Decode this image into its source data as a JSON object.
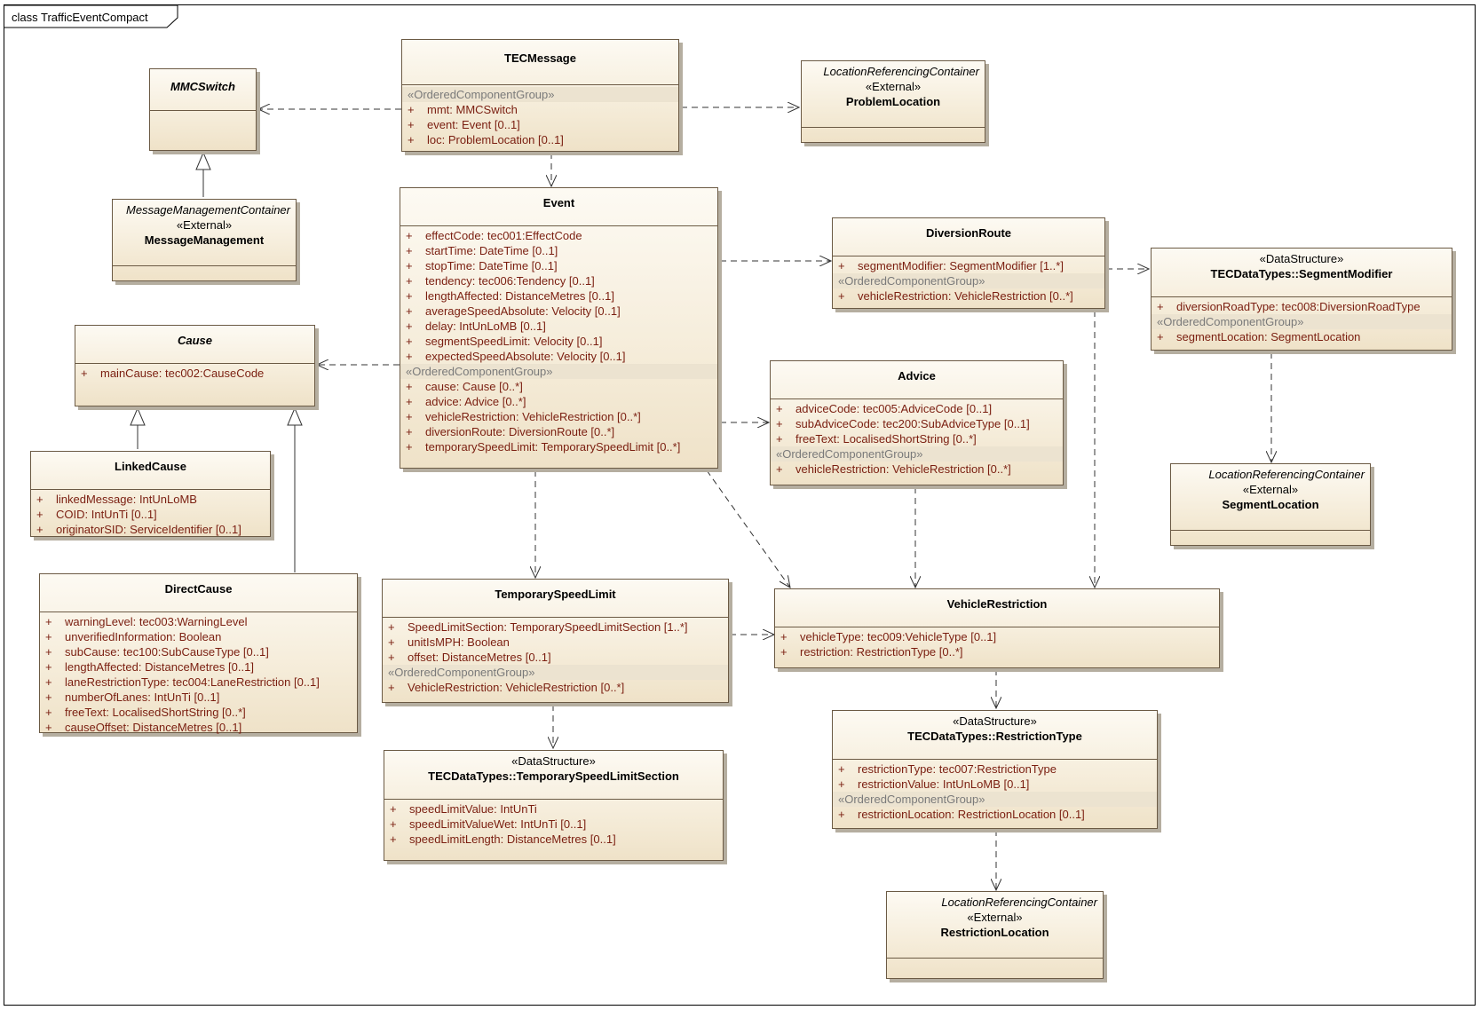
{
  "frame": {
    "label": "class TrafficEventCompact"
  },
  "classes": {
    "tecmessage": {
      "name": "TECMessage",
      "group": "«OrderedComponentGroup»",
      "attrs": [
        "mmt:  MMCSwitch",
        "event:  Event [0..1]",
        "loc:  ProblemLocation [0..1]"
      ]
    },
    "mmcswitch": {
      "name": "MMCSwitch"
    },
    "problemlocation": {
      "context": "LocationReferencingContainer",
      "stereotype": "«External»",
      "name": "ProblemLocation"
    },
    "messagemanagement": {
      "context": "MessageManagementContainer",
      "stereotype": "«External»",
      "name": "MessageManagement"
    },
    "event": {
      "name": "Event",
      "attrs": [
        "effectCode:  tec001:EffectCode",
        "startTime:  DateTime [0..1]",
        "stopTime:  DateTime [0..1]",
        "tendency:  tec006:Tendency [0..1]",
        "lengthAffected:  DistanceMetres [0..1]",
        "averageSpeedAbsolute:  Velocity [0..1]",
        "delay:  IntUnLoMB [0..1]",
        "segmentSpeedLimit:  Velocity [0..1]",
        "expectedSpeedAbsolute:  Velocity [0..1]"
      ],
      "group": "«OrderedComponentGroup»",
      "attrs2": [
        "cause:  Cause [0..*]",
        "advice:  Advice [0..*]",
        "vehicleRestriction:  VehicleRestriction [0..*]",
        "diversionRoute:  DiversionRoute [0..*]",
        "temporarySpeedLimit:  TemporarySpeedLimit [0..*]"
      ]
    },
    "cause": {
      "name": "Cause",
      "attrs": [
        "mainCause:  tec002:CauseCode"
      ]
    },
    "linkedcause": {
      "name": "LinkedCause",
      "attrs": [
        "linkedMessage:  IntUnLoMB",
        "COID:  IntUnTi [0..1]",
        "originatorSID:  ServiceIdentifier [0..1]"
      ]
    },
    "directcause": {
      "name": "DirectCause",
      "attrs": [
        "warningLevel:  tec003:WarningLevel",
        "unverifiedInformation:  Boolean",
        "subCause:  tec100:SubCauseType [0..1]",
        "lengthAffected:  DistanceMetres [0..1]",
        "laneRestrictionType:  tec004:LaneRestriction [0..1]",
        "numberOfLanes:  IntUnTi [0..1]",
        "freeText:  LocalisedShortString [0..*]",
        "causeOffset:  DistanceMetres [0..1]"
      ]
    },
    "diversionroute": {
      "name": "DiversionRoute",
      "attrs": [
        "segmentModifier:  SegmentModifier [1..*]"
      ],
      "group": "«OrderedComponentGroup»",
      "attrs2": [
        "vehicleRestriction:  VehicleRestriction [0..*]"
      ]
    },
    "segmentmodifier": {
      "stereotype": "«DataStructure»",
      "name": "TECDataTypes::SegmentModifier",
      "attrs": [
        "diversionRoadType:  tec008:DiversionRoadType"
      ],
      "group": "«OrderedComponentGroup»",
      "attrs2": [
        "segmentLocation:  SegmentLocation"
      ]
    },
    "advice": {
      "name": "Advice",
      "attrs": [
        "adviceCode:  tec005:AdviceCode [0..1]",
        "subAdviceCode:  tec200:SubAdviceType [0..1]",
        "freeText:  LocalisedShortString [0..*]"
      ],
      "group": "«OrderedComponentGroup»",
      "attrs2": [
        "vehicleRestriction:  VehicleRestriction [0..*]"
      ]
    },
    "segmentlocation": {
      "context": "LocationReferencingContainer",
      "stereotype": "«External»",
      "name": "SegmentLocation"
    },
    "temporaryspeedlimit": {
      "name": "TemporarySpeedLimit",
      "attrs": [
        "SpeedLimitSection:  TemporarySpeedLimitSection [1..*]",
        "unitIsMPH:  Boolean",
        "offset:  DistanceMetres [0..1]"
      ],
      "group": "«OrderedComponentGroup»",
      "attrs2": [
        "VehicleRestriction:  VehicleRestriction [0..*]"
      ]
    },
    "vehiclerestriction": {
      "name": "VehicleRestriction",
      "attrs": [
        "vehicleType:  tec009:VehicleType [0..1]",
        "restriction:  RestrictionType [0..*]"
      ]
    },
    "speedlimitsection": {
      "stereotype": "«DataStructure»",
      "name": "TECDataTypes::TemporarySpeedLimitSection",
      "attrs": [
        "speedLimitValue:  IntUnTi",
        "speedLimitValueWet:  IntUnTi [0..1]",
        "speedLimitLength:  DistanceMetres [0..1]"
      ]
    },
    "restrictiontype": {
      "stereotype": "«DataStructure»",
      "name": "TECDataTypes::RestrictionType",
      "attrs": [
        "restrictionType:  tec007:RestrictionType",
        "restrictionValue:  IntUnLoMB [0..1]"
      ],
      "group": "«OrderedComponentGroup»",
      "attrs2": [
        "restrictionLocation:  RestrictionLocation [0..1]"
      ]
    },
    "restrictionlocation": {
      "context": "LocationReferencingContainer",
      "stereotype": "«External»",
      "name": "RestrictionLocation"
    }
  },
  "visibility": "+",
  "colors": {
    "attribute": "#7a1e10",
    "group": "#7a7a7a",
    "fill": "#f5ecd9",
    "border": "#6b5a44"
  }
}
